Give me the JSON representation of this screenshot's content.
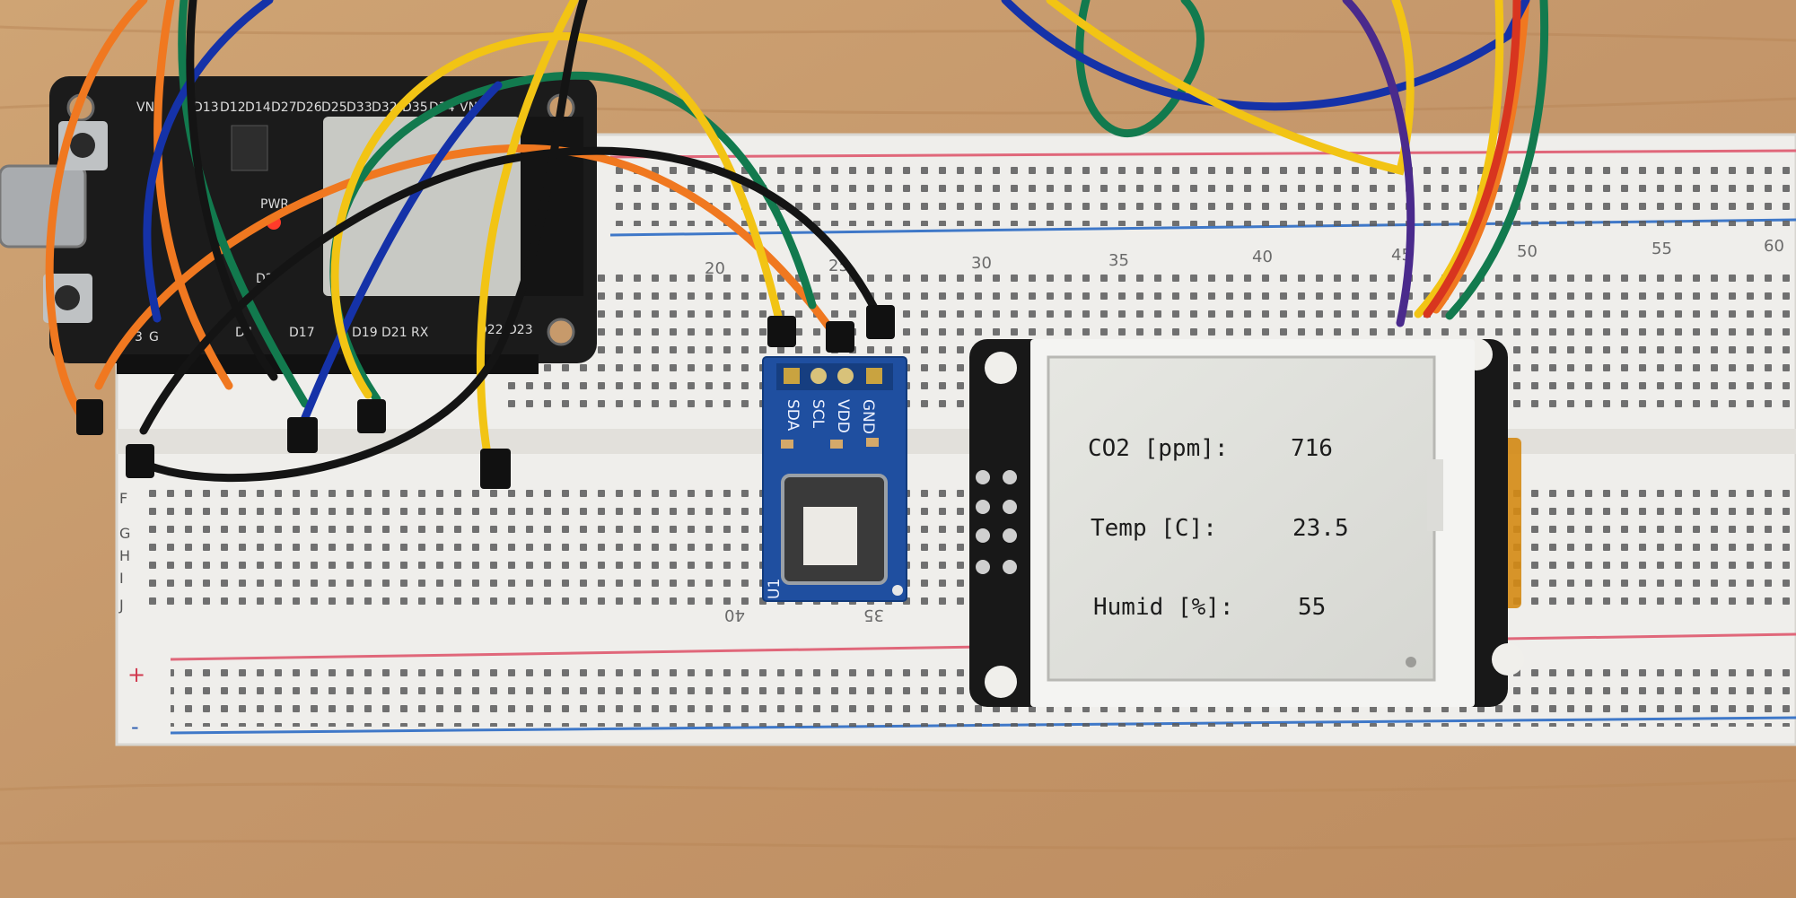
{
  "esp32": {
    "pins_top": [
      "VN",
      "D13",
      "D12",
      "D14",
      "D27",
      "D26",
      "D25",
      "D33",
      "D32",
      "D35",
      "D34",
      "VN"
    ],
    "pins_bottom": [
      "3",
      "G",
      "D4",
      "D17",
      "D19",
      "D21",
      "RX",
      "D22",
      "D23"
    ],
    "led_label": "PWR",
    "chip_label": "D2"
  },
  "breadboard": {
    "top_ruler": [
      "20",
      "25",
      "30",
      "35",
      "40",
      "45",
      "50",
      "55",
      "60"
    ],
    "bottom_ruler": [
      "40",
      "35"
    ],
    "row_letters": [
      "F",
      "G",
      "H",
      "I",
      "J"
    ],
    "rail_plus": "+",
    "rail_minus": "-"
  },
  "sensor": {
    "pin_labels": [
      "SDA",
      "SCL",
      "VDD",
      "GND"
    ],
    "board_id": "U1"
  },
  "display": {
    "rows": [
      {
        "label": "CO2 [ppm]:",
        "value": "716"
      },
      {
        "label": "Temp [C]:",
        "value": "23.5"
      },
      {
        "label": "Humid [%]:",
        "value": "55"
      }
    ]
  },
  "colors": {
    "table_wood": "#c79a6b",
    "breadboard": "#f2f1ee",
    "esp32_board": "#1b1b1b",
    "sensor_board": "#1f4fa0",
    "eink_panel": "#e2e3de",
    "wire_orange": "#f07820",
    "wire_green": "#127a4e",
    "wire_blue": "#1532a8",
    "wire_yellow": "#f2c414",
    "wire_black": "#141414",
    "wire_red": "#d8351f"
  }
}
